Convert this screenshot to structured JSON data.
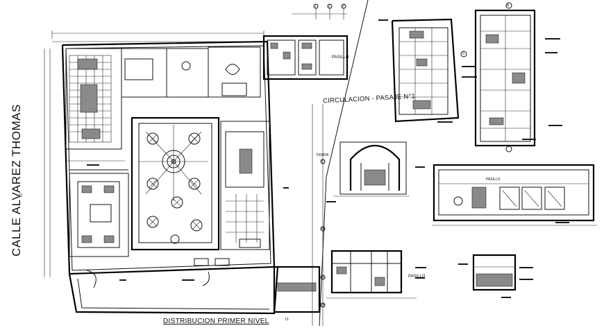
{
  "drawing": {
    "street_name": "CALLE ALVAREZ THOMAS",
    "sheet_title": "DISTRIBUCION  PRIMER NIVEL",
    "circulation_label": "CIRCULACION - PASAJE N°1",
    "pasillo_label_top": "PASILLO",
    "pasillo_label_bottom": "PASILLO",
    "pasillo_label_elevation": "PASILLO",
    "tienda_label": "TIENDA",
    "north_marker": "D",
    "section_marker_a": "A",
    "section_marker_c": "C",
    "grid_numbers": [
      "1",
      "2",
      "3",
      "4",
      "8",
      "11",
      "14",
      "13"
    ]
  },
  "colors": {
    "line": "#111111",
    "background": "#ffffff",
    "hatch": "#8a8a8a"
  }
}
